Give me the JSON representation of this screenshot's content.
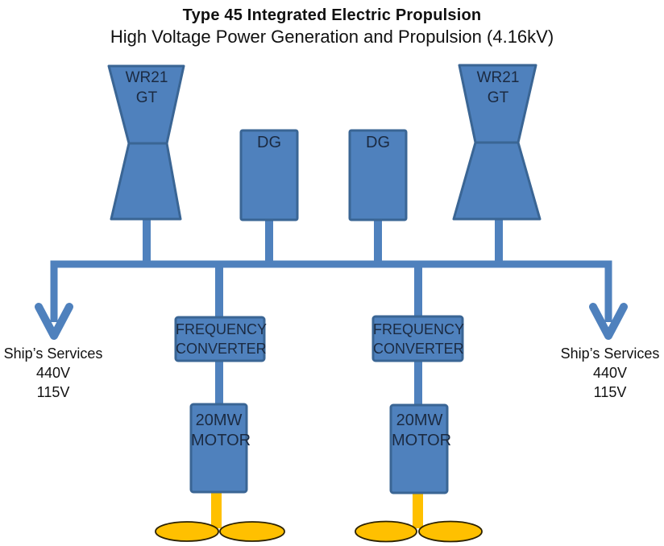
{
  "header": {
    "title": "Type 45 Integrated Electric Propulsion",
    "subtitle": "High Voltage Power Generation and Propulsion (4.16kV)"
  },
  "components": {
    "gas_turbines": [
      {
        "position": "port",
        "label_line1": "WR21",
        "label_line2": "GT"
      },
      {
        "position": "starboard",
        "label_line1": "WR21",
        "label_line2": "GT"
      }
    ],
    "diesel_generators": [
      {
        "position": "port",
        "label": "DG"
      },
      {
        "position": "starboard",
        "label": "DG"
      }
    ],
    "frequency_converters": [
      {
        "position": "port",
        "label_line1": "FREQUENCY",
        "label_line2": "CONVERTER"
      },
      {
        "position": "starboard",
        "label_line1": "FREQUENCY",
        "label_line2": "CONVERTER"
      }
    ],
    "motors": [
      {
        "position": "port",
        "label_line1": "20MW",
        "label_line2": "MOTOR"
      },
      {
        "position": "starboard",
        "label_line1": "20MW",
        "label_line2": "MOTOR"
      }
    ],
    "ship_services": [
      {
        "position": "port",
        "line1": "Ship’s Services",
        "line2": "440V",
        "line3": "115V"
      },
      {
        "position": "starboard",
        "line1": "Ship’s Services",
        "line2": "440V",
        "line3": "115V"
      }
    ]
  },
  "colors": {
    "shape_fill": "#4F81BD",
    "shape_border": "#3A6594",
    "connector": "#4F81BD",
    "propeller_fill": "#FFC000",
    "propeller_outline": "#2B2100",
    "text_dark": "#1B2A41",
    "text_black": "#111111"
  }
}
